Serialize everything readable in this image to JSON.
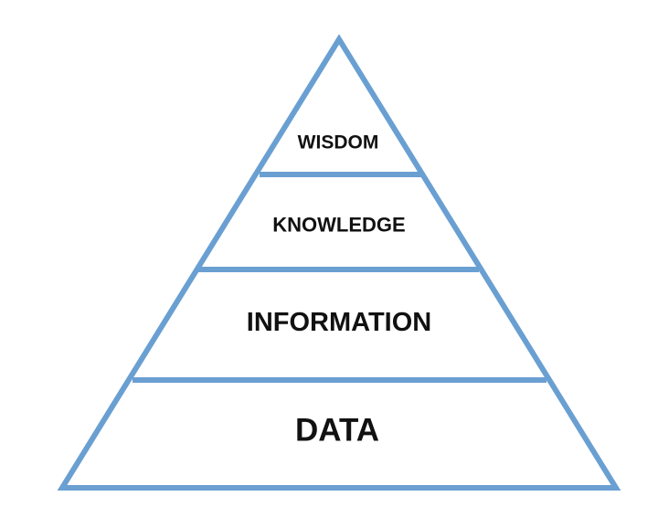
{
  "diagram": {
    "type": "pyramid",
    "stroke_color": "#6a9fd2",
    "fill_color": "#ffffff",
    "text_color": "#111111",
    "tiers": [
      {
        "label": "WISDOM"
      },
      {
        "label": "KNOWLEDGE"
      },
      {
        "label": "INFORMATION"
      },
      {
        "label": "DATA"
      }
    ]
  }
}
